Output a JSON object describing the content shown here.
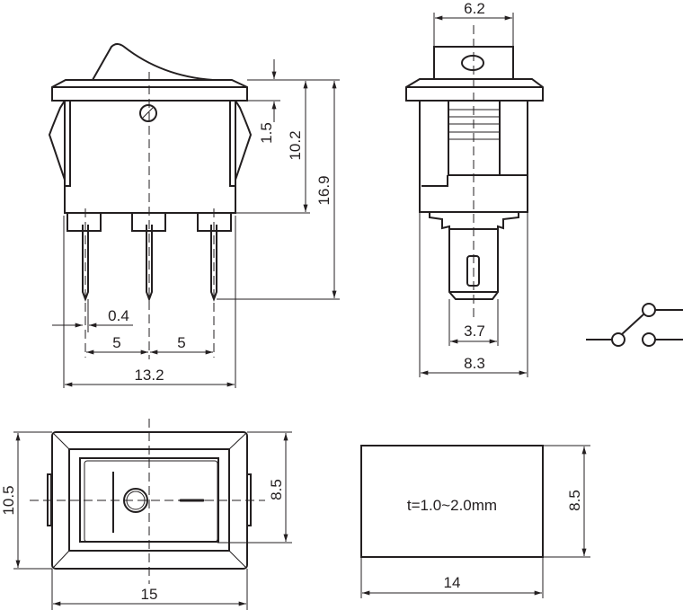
{
  "front_view": {
    "dim_terminal_width": "0.4",
    "dim_pitch_left": "5",
    "dim_pitch_right": "5",
    "dim_body_width": "13.2",
    "dim_flange_thickness": "1.5",
    "dim_body_height": "10.2",
    "dim_total_height": "16.9"
  },
  "side_view": {
    "dim_top_width": "6.2",
    "dim_terminal_width": "3.7",
    "dim_body_depth": "8.3"
  },
  "top_view": {
    "dim_width": "15",
    "dim_height": "10.5",
    "dim_rocker_height": "8.5"
  },
  "panel_cutout": {
    "thickness_label": "t=1.0~2.0mm",
    "dim_width": "14",
    "dim_height": "8.5"
  },
  "symbol": {
    "type": "SPST switch"
  },
  "colors": {
    "line": "#231f20",
    "background": "#ffffff"
  }
}
